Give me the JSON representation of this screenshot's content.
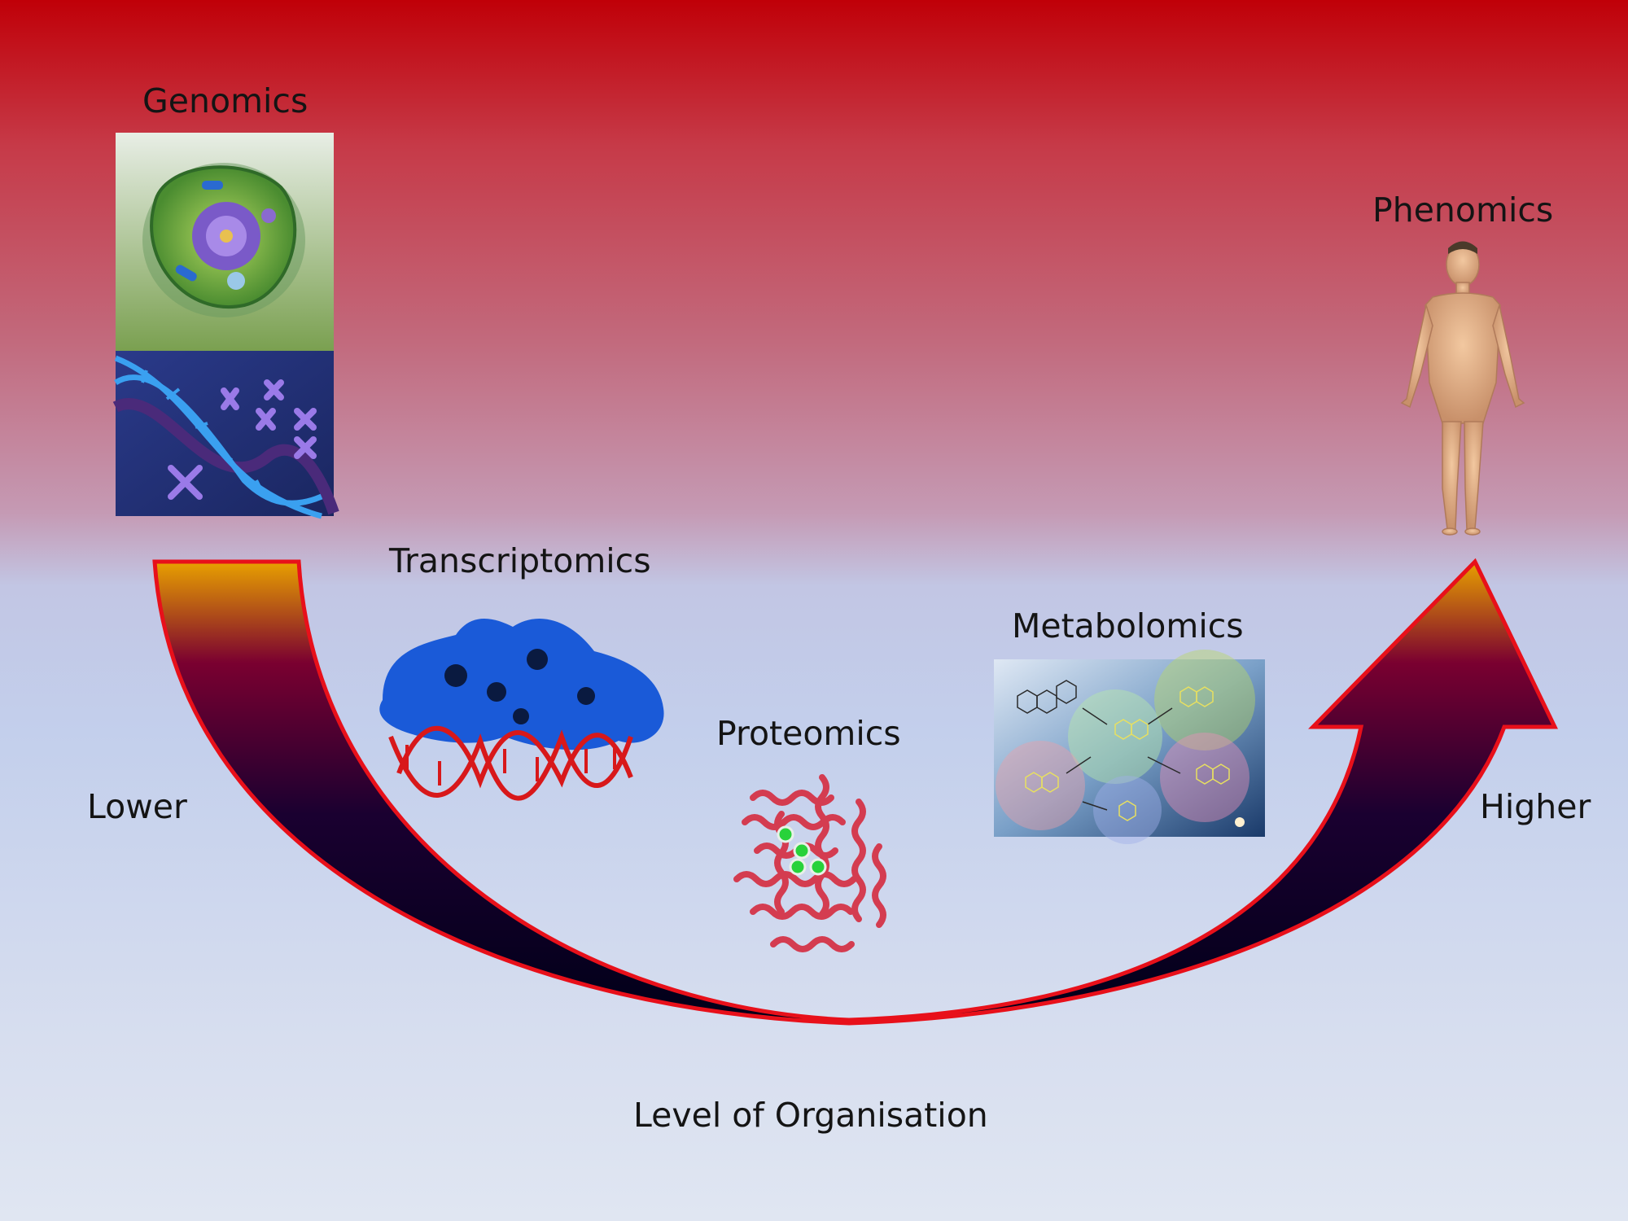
{
  "stages": [
    {
      "name": "Genomics"
    },
    {
      "name": "Transcriptomics"
    },
    {
      "name": "Proteomics"
    },
    {
      "name": "Metabolomics"
    },
    {
      "name": "Phenomics"
    }
  ],
  "scale": {
    "low_label": "Lower",
    "high_label": "Higher"
  },
  "axis_label": "Level of Organisation",
  "colors": {
    "arrow_outline": "#e8101a",
    "arrow_top": "#e8a000",
    "arrow_mid": "#5a0030",
    "arrow_dark": "#000020",
    "bg_top": "#c00008",
    "bg_bottom": "#e0e6f2"
  },
  "images": {
    "cell": "cell-illustration",
    "dna": "dna-chromosome-illustration",
    "protein_dna": "protein-dna-complex",
    "protein_helix": "alpha-helix-protein",
    "metabolite_network": "steroid-metabolite-network",
    "human": "human-body-figure"
  }
}
